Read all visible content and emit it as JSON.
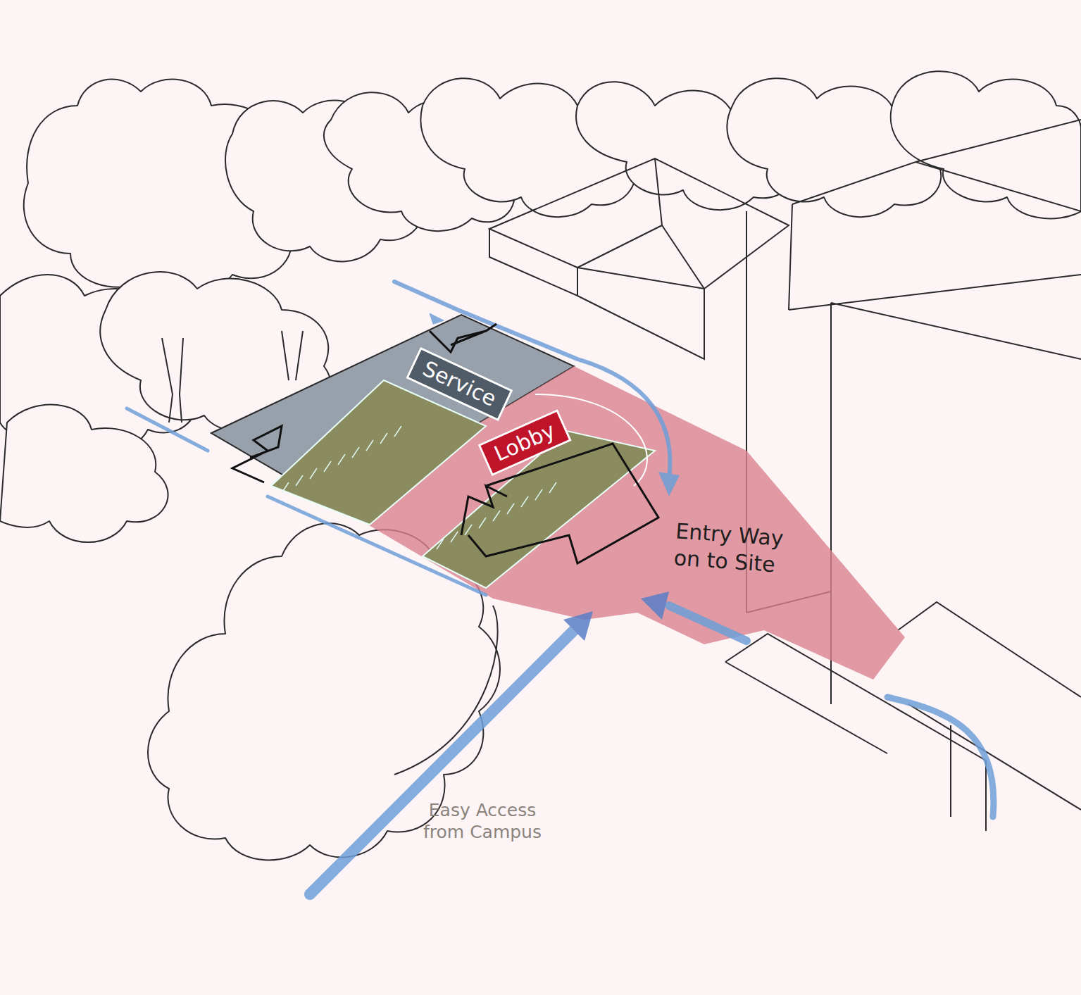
{
  "diagram": {
    "nodes": [
      {
        "text": [
          "Service"
        ]
      },
      {
        "text": [
          "Lobby"
        ]
      }
    ],
    "labels": [
      "Entry Way on to Site",
      "Easy Access from Campus"
    ]
  }
}
